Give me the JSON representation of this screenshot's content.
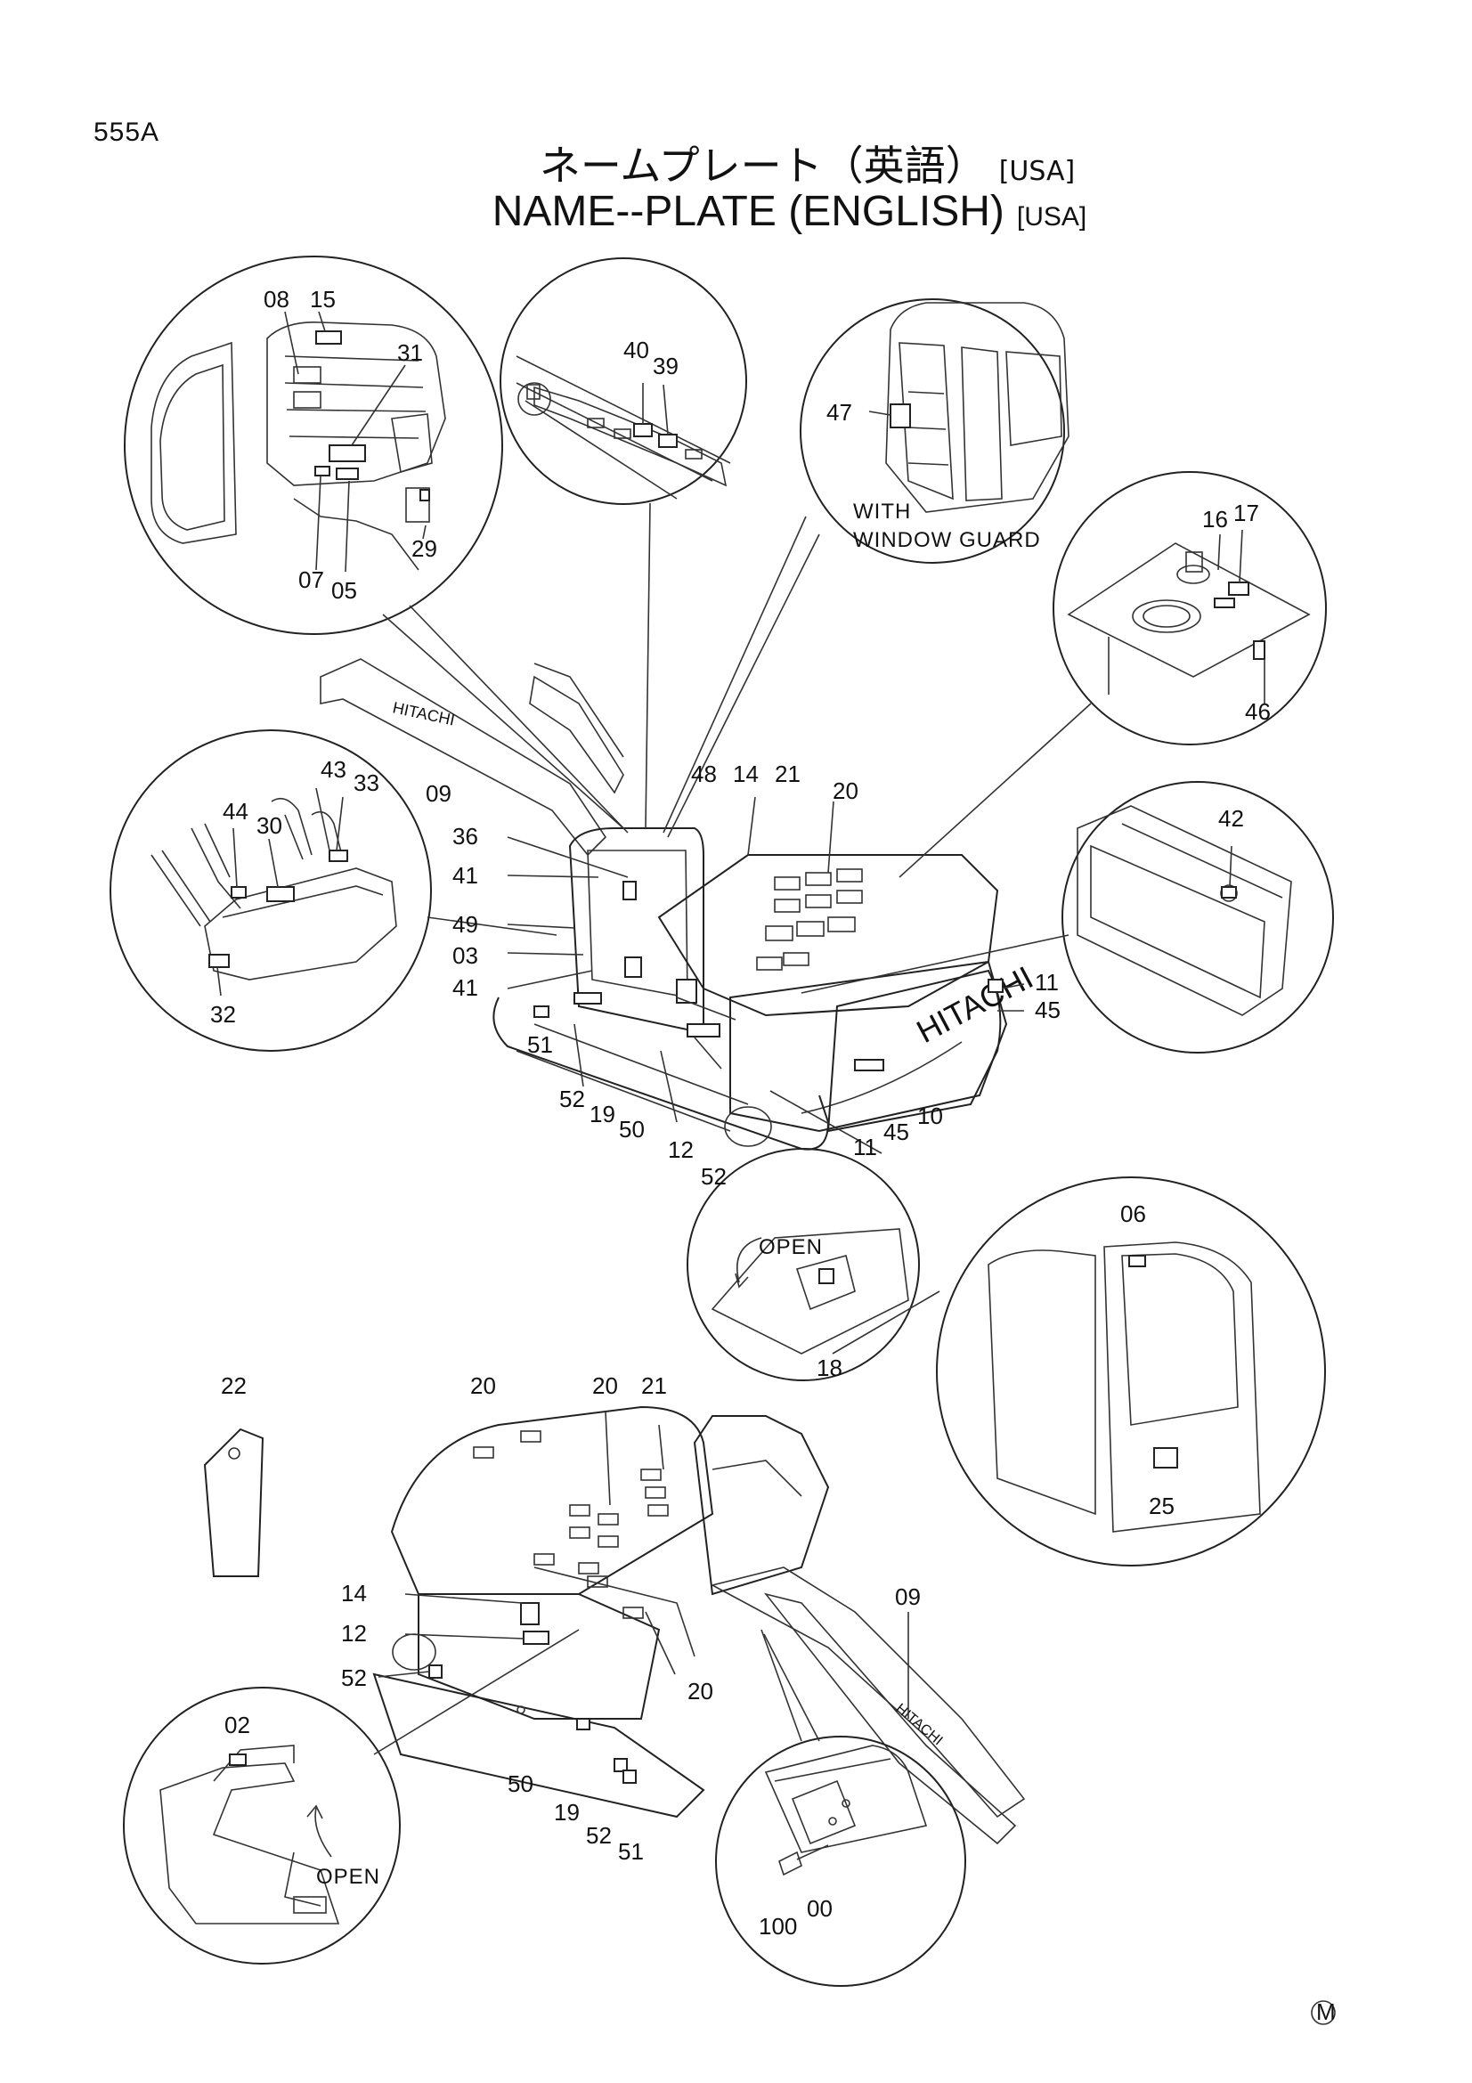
{
  "header": {
    "page_code": "555A",
    "title_jp": "ネームプレート（英語）",
    "title_en": "NAME--PLATE (ENGLISH)",
    "region": "[USA]"
  },
  "annotations": {
    "window_guard": [
      "WITH",
      "WINDOW  GUARD"
    ],
    "open_1": "OPEN",
    "open_2": "OPEN",
    "brand": "HITACHI",
    "mark": "M"
  },
  "callouts": {
    "c08": "08",
    "c15": "15",
    "c31": "31",
    "c29": "29",
    "c07": "07",
    "c05": "05",
    "c40": "40",
    "c39": "39",
    "c47": "47",
    "c16": "16",
    "c17": "17",
    "c46": "46",
    "c09a": "09",
    "c48": "48",
    "c14a": "14",
    "c21a": "21",
    "c20a": "20",
    "c36": "36",
    "c41a": "41",
    "c49": "49",
    "c03": "03",
    "c41b": "41",
    "c43": "43",
    "c33": "33",
    "c44": "44",
    "c30": "30",
    "c32": "32",
    "c42": "42",
    "c11a": "11",
    "c45a": "45",
    "c45b": "45",
    "c10": "10",
    "c11b": "11",
    "c51a": "51",
    "c52a": "52",
    "c19a": "19",
    "c50a": "50",
    "c12a": "12",
    "c52b": "52",
    "c06": "06",
    "c18": "18",
    "c22": "22",
    "c20b": "20",
    "c20c": "20",
    "c21b": "21",
    "c14b": "14",
    "c12b": "12",
    "c52c": "52",
    "c25": "25",
    "c09b": "09",
    "c20d": "20",
    "c02": "02",
    "c50b": "50",
    "c19b": "19",
    "c52d": "52",
    "c51b": "51",
    "c100": "100",
    "c00": "00"
  }
}
